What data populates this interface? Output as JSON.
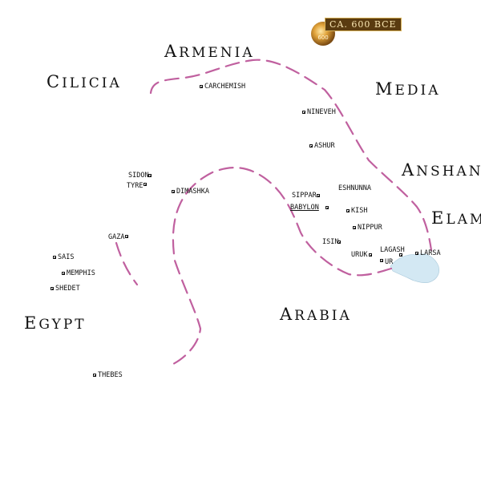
{
  "badge": {
    "date_label": "CA. 600 BCE",
    "icon_text": "600"
  },
  "colors": {
    "border": "#c0609f",
    "gulf": "#d3e8f3",
    "badge_bg": "#5a3b10"
  },
  "regions": {
    "armenia": "Armenia",
    "cilicia": "Cilicia",
    "media": "Media",
    "anshan": "Anshan",
    "elam": "Elam",
    "egypt": "Egypt",
    "arabia": "Arabia"
  },
  "cities": {
    "carchemish": "CARCHEMISH",
    "nineveh": "NINEVEH",
    "ashur": "ASHUR",
    "sidon": "SIDON",
    "tyre": "TYRE",
    "dimashka": "DIMASHKA",
    "sippar": "SIPPAR",
    "eshnunna": "ESHNUNNA",
    "babylon": "BABYLON",
    "kish": "KISH",
    "nippur": "NIPPUR",
    "gaza": "GAZA",
    "isin": "ISIN",
    "lagash": "LAGASH",
    "uruk": "URUK",
    "ur": "UR",
    "larsa": "LARSA",
    "sais": "SAIS",
    "memphis": "MEMPHIS",
    "shedet": "SHEDET",
    "thebes": "THEBES"
  }
}
